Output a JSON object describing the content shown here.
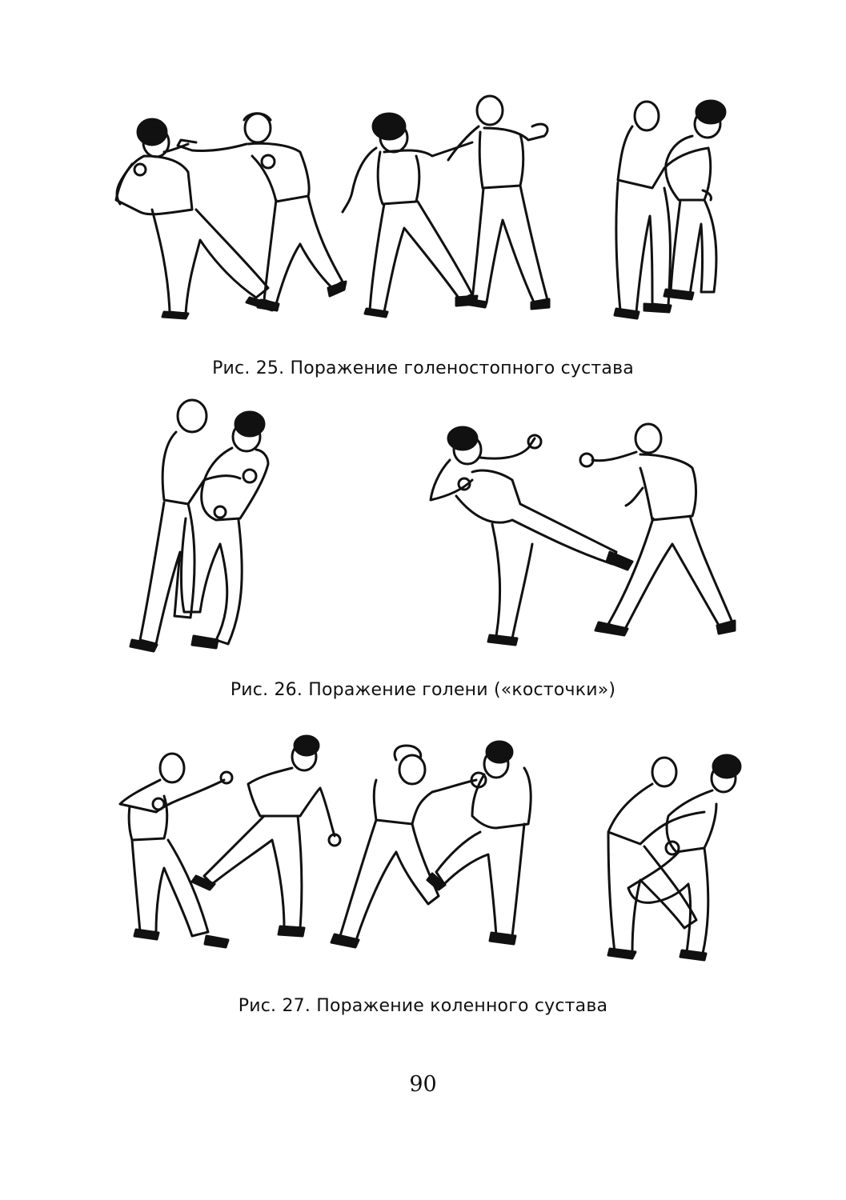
{
  "figures": [
    {
      "caption": "Рис. 25. Поражение голеностопного сустава"
    },
    {
      "caption": "Рис. 26. Поражение голени («косточки»)"
    },
    {
      "caption": "Рис. 27. Поражение коленного сустава"
    }
  ],
  "page_number": "90"
}
